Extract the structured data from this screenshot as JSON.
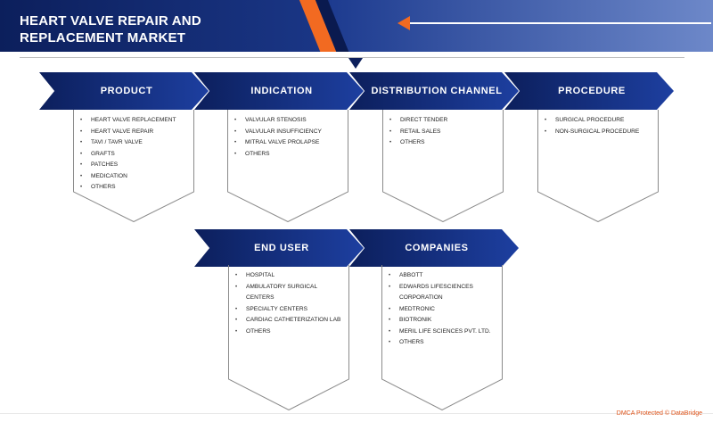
{
  "title": "HEART VALVE REPAIR AND REPLACEMENT MARKET",
  "segments_top": [
    {
      "label": "PRODUCT",
      "items": [
        "HEART VALVE REPLACEMENT",
        "HEART VALVE REPAIR",
        "TAVI / TAVR VALVE",
        "GRAFTS",
        "PATCHES",
        "MEDICATION",
        "OTHERS"
      ]
    },
    {
      "label": "INDICATION",
      "items": [
        "VALVULAR STENOSIS",
        "VALVULAR INSUFFICIENCY",
        "MITRAL VALVE PROLAPSE",
        "OTHERS"
      ]
    },
    {
      "label": "DISTRIBUTION CHANNEL",
      "items": [
        "DIRECT TENDER",
        "RETAIL SALES",
        "OTHERS"
      ]
    },
    {
      "label": "PROCEDURE",
      "items": [
        "SURGICAL PROCEDURE",
        "NON-SURGICAL PROCEDURE"
      ]
    }
  ],
  "segments_bottom": [
    {
      "label": "END USER",
      "items": [
        "HOSPITAL",
        "AMBULATORY SURGICAL CENTERS",
        "SPECIALTY CENTERS",
        "CARDIAC CATHETERIZATION LAB",
        "OTHERS"
      ]
    },
    {
      "label": "COMPANIES",
      "items": [
        "ABBOTT",
        "EDWARDS LIFESCIENCES CORPORATION",
        "MEDTRONIC",
        "BIOTRONIK",
        "MERIL LIFE SCIENCES PVT. LTD.",
        "OTHERS"
      ]
    }
  ],
  "footer": "DMCA Protected © DataBridge",
  "colors": {
    "navy": "#0c1f5c",
    "blue": "#1d3fa0",
    "orange": "#f26a21"
  }
}
